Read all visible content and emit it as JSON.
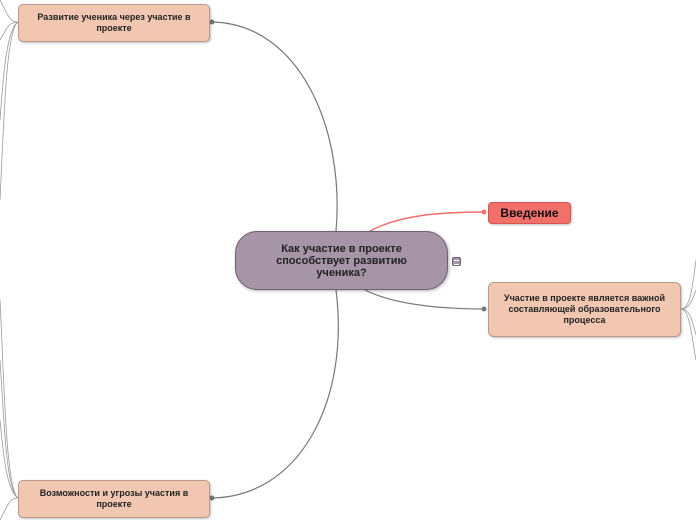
{
  "central_topic": {
    "label": "Как участие в проекте способствует развитию ученика?",
    "color": "#a595a7"
  },
  "topics": [
    {
      "id": "intro",
      "label": "Введение",
      "color": "#f2706a"
    },
    {
      "id": "top",
      "label": "Развитие ученика через участие в проекте",
      "color": "#f1c7b2"
    },
    {
      "id": "right",
      "label": "Участие в проекте является важной составляющей образовательного процесса",
      "color": "#f1c7b2"
    },
    {
      "id": "bottom",
      "label": "Возможности и угрозы участия в проекте",
      "color": "#f1c7b2"
    }
  ],
  "connector_colors": {
    "default": "#777777",
    "intro": "#f2706a"
  },
  "icons": {
    "central_note": "note-icon"
  }
}
